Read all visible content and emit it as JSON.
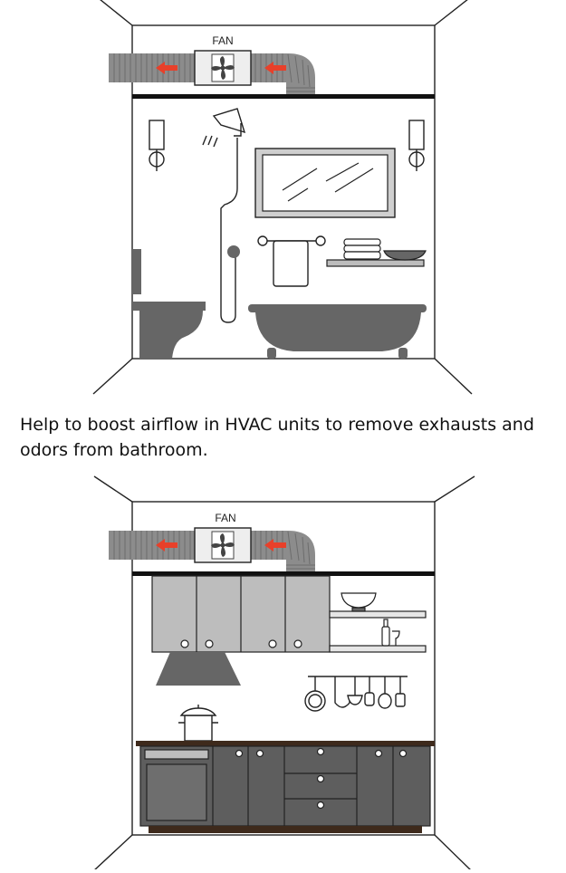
{
  "bathroom_panel": {
    "fan_label": "FAN"
  },
  "caption": "Help to boost airflow in HVAC units to remove exhausts and odors from bathroom.",
  "kitchen_panel": {
    "fan_label": "FAN"
  },
  "colors": {
    "arrow": "#e8402a",
    "outline": "#222222",
    "fixture_dark": "#666666",
    "fixture_light": "#bdbdbd",
    "duct": "#8c8c8c",
    "wood": "#3e2a1c"
  },
  "icons": [
    "fan-icon",
    "airflow-arrow-icon",
    "duct-icon"
  ]
}
